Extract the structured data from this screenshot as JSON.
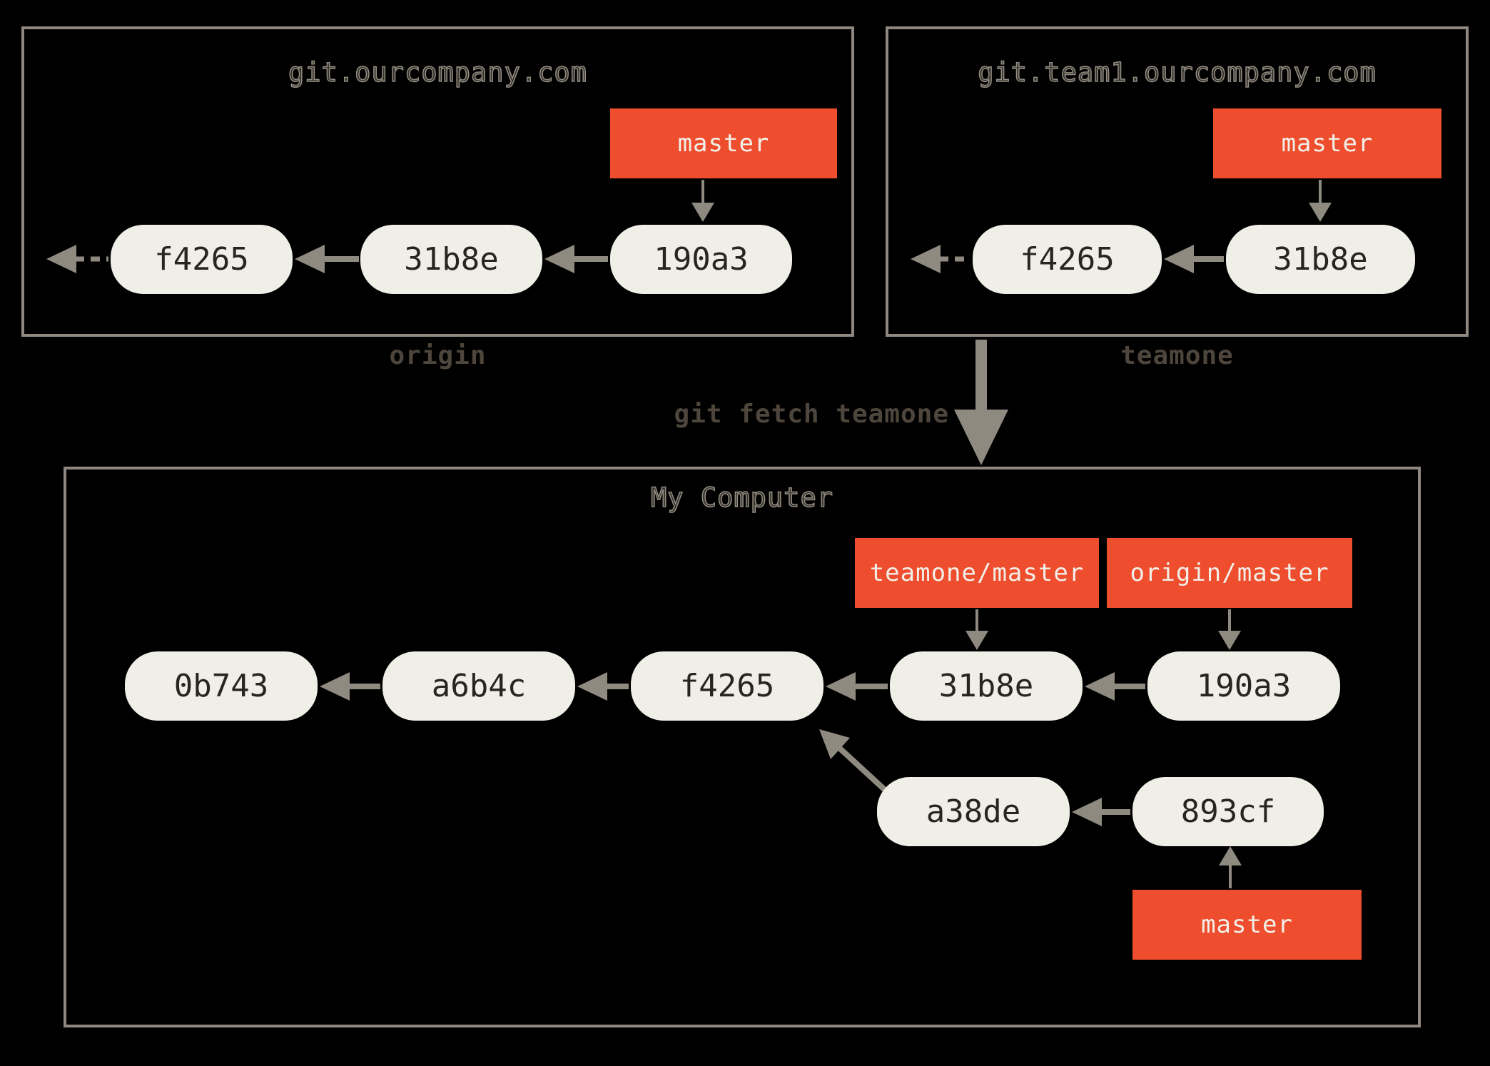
{
  "colors": {
    "background": "#000000",
    "box_border": "#8e8880",
    "arrow": "#8f8a80",
    "branch_label_bg": "#ee4e2d",
    "branch_label_text": "#f2efe9",
    "commit_pill_bg": "#f0efe7",
    "commit_pill_text": "#26251f",
    "caption_text": "#4e463c"
  },
  "remote_origin": {
    "title": "git.ourcompany.com",
    "caption": "origin",
    "branch": "master",
    "commits": [
      "f4265",
      "31b8e",
      "190a3"
    ]
  },
  "remote_teamone": {
    "title": "git.team1.ourcompany.com",
    "caption": "teamone",
    "branch": "master",
    "commits": [
      "f4265",
      "31b8e"
    ]
  },
  "fetch": {
    "label": "git fetch teamone"
  },
  "local": {
    "title": "My Computer",
    "labels": {
      "teamone_master": "teamone/master",
      "origin_master": "origin/master",
      "master": "master"
    },
    "main_commits": [
      "0b743",
      "a6b4c",
      "f4265",
      "31b8e",
      "190a3"
    ],
    "branch_commits": [
      "a38de",
      "893cf"
    ]
  }
}
